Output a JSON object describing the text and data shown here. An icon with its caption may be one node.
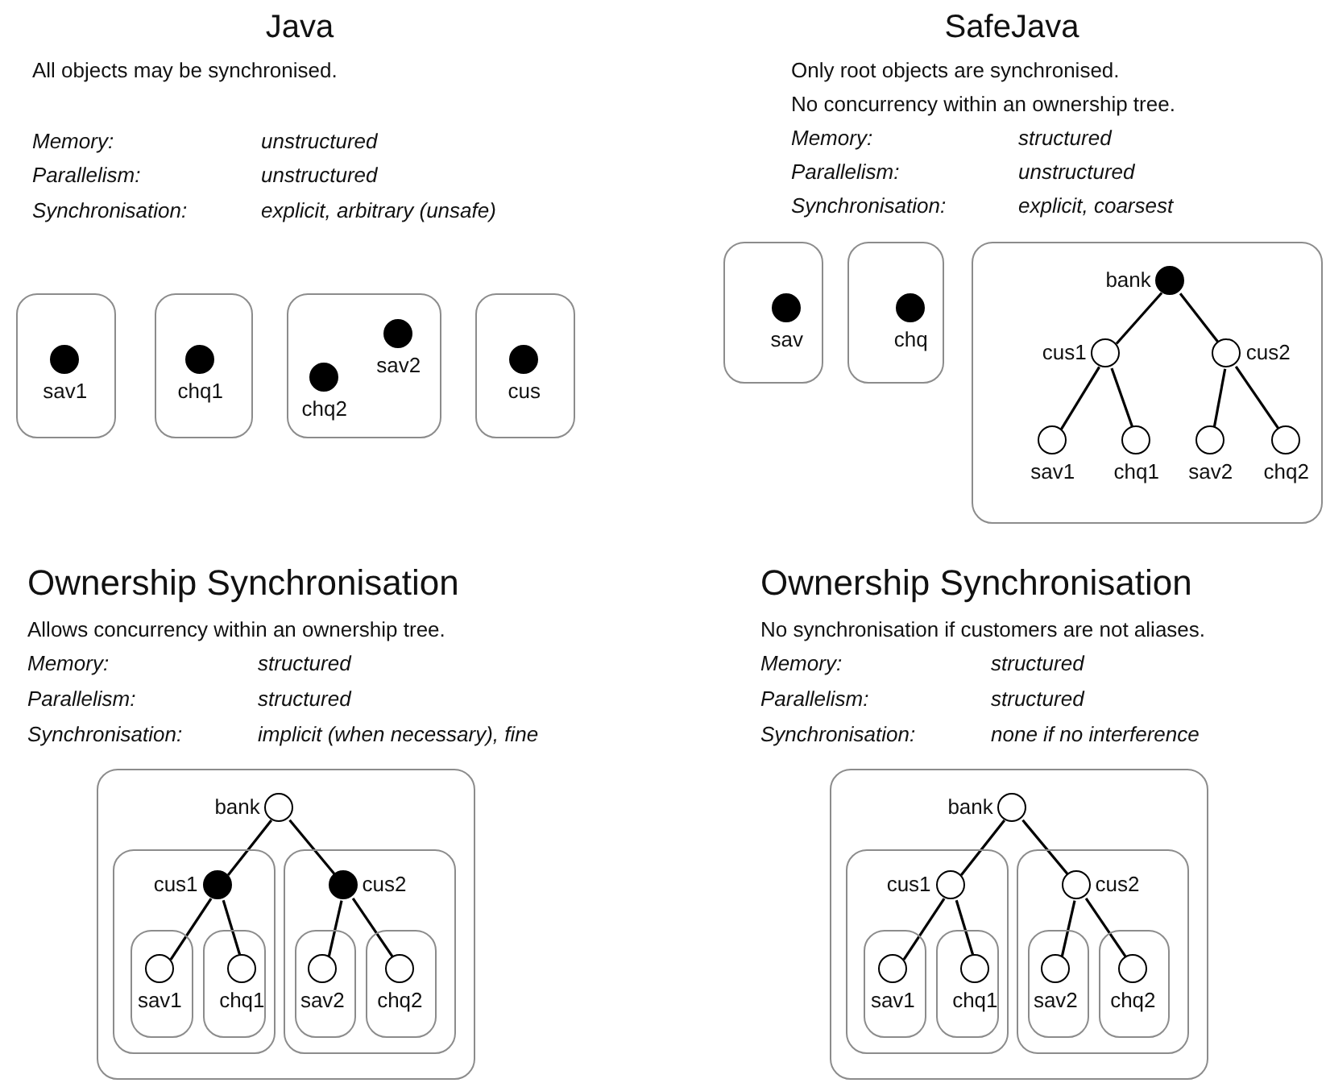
{
  "diagram": {
    "nodes": [
      {
        "text": [],
        "shape": "box"
      },
      {
        "text": [],
        "shape": "dot",
        "beside": [
          "sav1"
        ],
        "in": 0
      },
      {
        "text": [],
        "shape": "box"
      },
      {
        "text": [],
        "shape": "dot",
        "beside": [
          "chq1"
        ],
        "in": 2
      },
      {
        "text": [],
        "shape": "box"
      },
      {
        "text": [],
        "shape": "dot",
        "beside": [
          "chq2"
        ],
        "in": 4
      },
      {
        "text": [],
        "shape": "dot",
        "beside": [
          "sav2"
        ],
        "in": 4
      },
      {
        "text": [],
        "shape": "box"
      },
      {
        "text": [],
        "shape": "dot",
        "beside": [
          "cus"
        ],
        "in": 7
      },
      {
        "text": [],
        "shape": "box"
      },
      {
        "text": [],
        "shape": "dot",
        "beside": [
          "sav"
        ],
        "in": 9
      },
      {
        "text": [],
        "shape": "box"
      },
      {
        "text": [],
        "shape": "dot",
        "beside": [
          "chq"
        ],
        "in": 11
      },
      {
        "text": [],
        "shape": "box"
      },
      {
        "text": [],
        "shape": "dot",
        "beside": [
          "bank"
        ],
        "in": 13
      },
      {
        "text": [],
        "shape": "circle",
        "beside": [
          "cus1"
        ],
        "in": 13
      },
      {
        "text": [],
        "shape": "circle",
        "beside": [
          "cus2"
        ],
        "in": 13
      },
      {
        "text": [],
        "shape": "circle",
        "beside": [
          "sav1"
        ],
        "in": 13
      },
      {
        "text": [],
        "shape": "circle",
        "beside": [
          "chq1"
        ],
        "in": 13
      },
      {
        "text": [],
        "shape": "circle",
        "beside": [
          "sav2"
        ],
        "in": 13
      },
      {
        "text": [],
        "shape": "circle",
        "beside": [
          "chq2"
        ],
        "in": 13
      },
      {
        "text": [],
        "shape": "box"
      },
      {
        "text": [],
        "shape": "circle",
        "beside": [
          "bank"
        ],
        "in": 21
      },
      {
        "text": [],
        "shape": "box",
        "in": 21
      },
      {
        "text": [],
        "shape": "dot",
        "beside": [
          "cus1"
        ],
        "in": 23
      },
      {
        "text": [],
        "shape": "box",
        "in": 23
      },
      {
        "text": [],
        "shape": "circle",
        "beside": [
          "sav1"
        ],
        "in": 25
      },
      {
        "text": [],
        "shape": "box",
        "in": 23
      },
      {
        "text": [],
        "shape": "circle",
        "beside": [
          "chq1"
        ],
        "in": 27
      },
      {
        "text": [],
        "shape": "box",
        "in": 21
      },
      {
        "text": [],
        "shape": "dot",
        "beside": [
          "cus2"
        ],
        "in": 29
      },
      {
        "text": [],
        "shape": "box",
        "in": 29
      },
      {
        "text": [],
        "shape": "circle",
        "beside": [
          "sav2"
        ],
        "in": 31
      },
      {
        "text": [],
        "shape": "box",
        "in": 29
      },
      {
        "text": [],
        "shape": "circle",
        "beside": [
          "chq2"
        ],
        "in": 33
      },
      {
        "text": [],
        "shape": "box"
      },
      {
        "text": [],
        "shape": "circle",
        "beside": [
          "bank"
        ],
        "in": 35
      },
      {
        "text": [],
        "shape": "box",
        "in": 35
      },
      {
        "text": [],
        "shape": "circle",
        "beside": [
          "cus1"
        ],
        "in": 37
      },
      {
        "text": [],
        "shape": "box",
        "in": 37
      },
      {
        "text": [],
        "shape": "circle",
        "beside": [
          "sav1"
        ],
        "in": 39
      },
      {
        "text": [],
        "shape": "box",
        "in": 37
      },
      {
        "text": [],
        "shape": "circle",
        "beside": [
          "chq1"
        ],
        "in": 41
      },
      {
        "text": [],
        "shape": "box",
        "in": 35
      },
      {
        "text": [],
        "shape": "circle",
        "beside": [
          "cus2"
        ],
        "in": 43
      },
      {
        "text": [],
        "shape": "box",
        "in": 43
      },
      {
        "text": [],
        "shape": "circle",
        "beside": [
          "sav2"
        ],
        "in": 45
      },
      {
        "text": [],
        "shape": "box",
        "in": 43
      },
      {
        "text": [],
        "shape": "circle",
        "beside": [
          "chq2"
        ],
        "in": 47
      }
    ],
    "edges": [
      {
        "from": 14,
        "to": 15,
        "arrow": "none"
      },
      {
        "from": 14,
        "to": 16,
        "arrow": "none"
      },
      {
        "from": 15,
        "to": 17,
        "arrow": "none"
      },
      {
        "from": 15,
        "to": 18,
        "arrow": "none"
      },
      {
        "from": 16,
        "to": 19,
        "arrow": "none"
      },
      {
        "from": 16,
        "to": 20,
        "arrow": "none"
      },
      {
        "from": 22,
        "to": 24,
        "arrow": "none"
      },
      {
        "from": 22,
        "to": 30,
        "arrow": "none"
      },
      {
        "from": 24,
        "to": 26,
        "arrow": "none"
      },
      {
        "from": 24,
        "to": 28,
        "arrow": "none"
      },
      {
        "from": 30,
        "to": 32,
        "arrow": "none"
      },
      {
        "from": 30,
        "to": 34,
        "arrow": "none"
      },
      {
        "from": 36,
        "to": 38,
        "arrow": "none"
      },
      {
        "from": 36,
        "to": 44,
        "arrow": "none"
      },
      {
        "from": 38,
        "to": 40,
        "arrow": "none"
      },
      {
        "from": 38,
        "to": 42,
        "arrow": "none"
      },
      {
        "from": 44,
        "to": 46,
        "arrow": "none"
      },
      {
        "from": 44,
        "to": 48,
        "arrow": "none"
      }
    ],
    "labels": [
      "Java",
      "All objects may be synchronised.",
      "Memory:",
      "unstructured",
      "Parallelism:",
      "unstructured",
      "Synchronisation:",
      "explicit, arbitrary (unsafe)",
      "SafeJava",
      "Only root objects are synchronised.",
      "No concurrency within an ownership tree.",
      "Memory:",
      "structured",
      "Parallelism:",
      "unstructured",
      "Synchronisation:",
      "explicit, coarsest",
      "Ownership Synchronisation",
      "Allows concurrency within an ownership tree.",
      "Memory:",
      "structured",
      "Parallelism:",
      "structured",
      "Synchronisation:",
      "implicit (when necessary), fine",
      "Ownership Synchronisation",
      "No synchronisation if customers are not aliases.",
      "Memory:",
      "structured",
      "Parallelism:",
      "structured",
      "Synchronisation:",
      "none if no interference"
    ]
  }
}
